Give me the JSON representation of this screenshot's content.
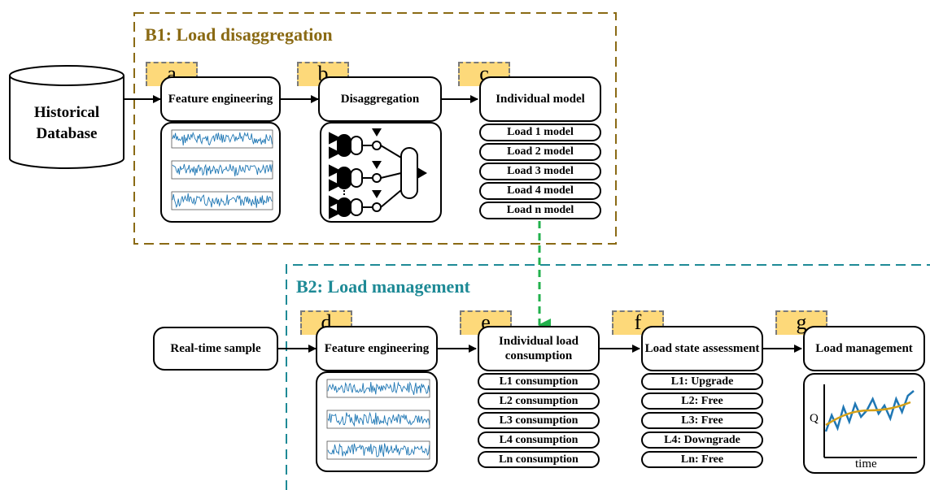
{
  "sections": {
    "b1_title": "B1: Load disaggregation",
    "b2_title": "B2: Load management"
  },
  "database": {
    "label_line1": "Historical",
    "label_line2": "Database"
  },
  "realtime": {
    "label": "Real-time sample"
  },
  "steps": {
    "a": {
      "tag": "a",
      "label": "Feature engineering"
    },
    "b": {
      "tag": "b",
      "label": "Disaggregation"
    },
    "c": {
      "tag": "c",
      "label": "Individual model"
    },
    "d": {
      "tag": "d",
      "label": "Feature engineering"
    },
    "e": {
      "tag": "e",
      "label": "Individual load consumption"
    },
    "f": {
      "tag": "f",
      "label": "Load state assessment"
    },
    "g": {
      "tag": "g",
      "label": "Load management"
    }
  },
  "models": [
    "Load 1 model",
    "Load 2 model",
    "Load 3 model",
    "Load 4 model",
    "Load n model"
  ],
  "consumptions": [
    "L1 consumption",
    "L2 consumption",
    "L3 consumption",
    "L4 consumption",
    "Ln consumption"
  ],
  "states": [
    "L1: Upgrade",
    "L2: Free",
    "L3: Free",
    "L4: Downgrade",
    "Ln: Free"
  ],
  "mgmt_plot": {
    "ylabel": "Q",
    "xlabel": "time"
  },
  "colors": {
    "b1_border": "#8a6a14",
    "b2_border": "#1e8a96",
    "tab_fill": "#fdd97a",
    "link_arrow": "#22b14c",
    "signal": "#1f77b4",
    "trend": "#d4a017"
  }
}
